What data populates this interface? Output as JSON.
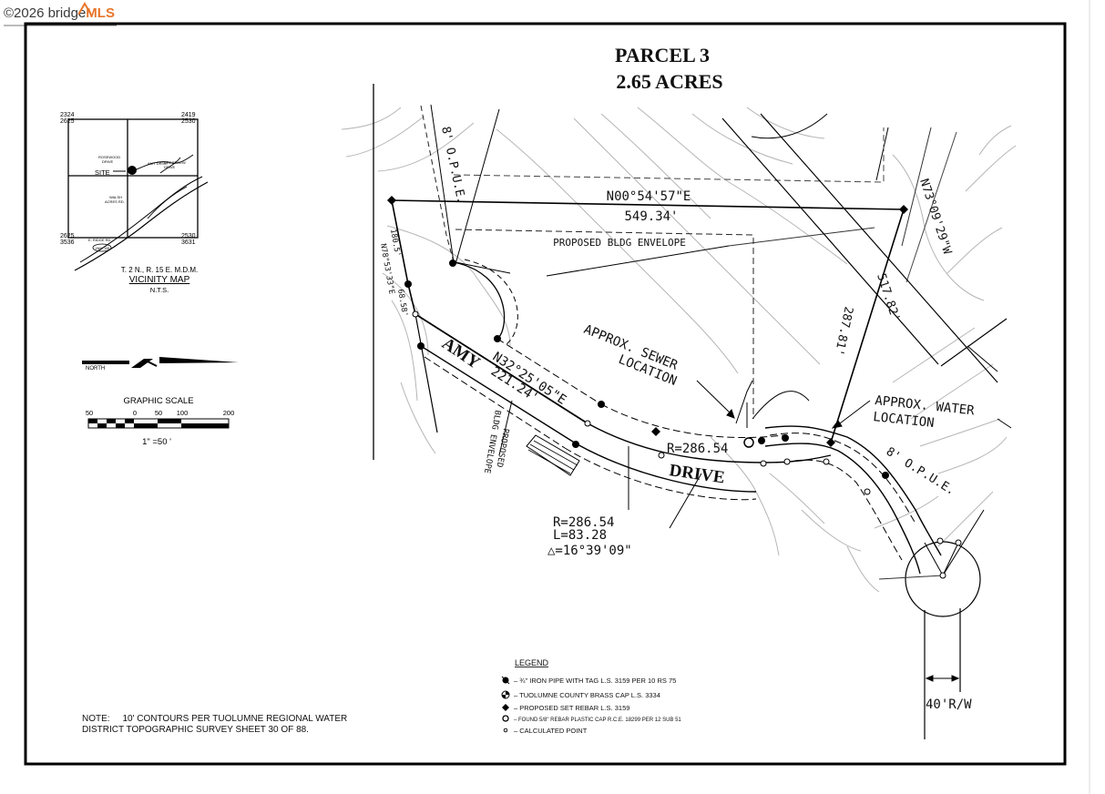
{
  "watermark": {
    "copyright": "©2026 bridge",
    "brand": "MLS"
  },
  "title": {
    "line1": "PARCEL 3",
    "line2": "2.65 ACRES"
  },
  "vicinity": {
    "title": "VICINITY MAP",
    "scale": "N.T.S.",
    "township": "T. 2 N., R. 15 E. M.D.M.",
    "site_label": "SITE",
    "corner_tl": [
      "2324",
      "2625"
    ],
    "corner_tr": [
      "2419",
      "2530"
    ],
    "corner_bl": [
      "2625",
      "3536"
    ],
    "corner_br": [
      "2530",
      "3631"
    ]
  },
  "north_label": "NORTH",
  "graphic_scale": {
    "title": "GRAPHIC SCALE",
    "ticks": [
      "50",
      "0",
      "50",
      "100",
      "200"
    ],
    "ratio": "1\" =50 '"
  },
  "labels": {
    "top_bearing": "N00°54'57\"E",
    "top_distance": "549.34'",
    "envelope": "PROPOSED BLDG ENVELOPE",
    "opue_left": "8' O.P.U.E.",
    "right_bearing": "N73°09'29\"W",
    "right_distance": "517.82'",
    "right_short": "287.81'",
    "left_bearing": "N78°53'33\"E",
    "left_dist_upper": "180.5'",
    "left_dist_lower": "68.58'",
    "road_bearing": "N32°25'05\"E",
    "road_distance": "221.24'",
    "road_name_1": "AMY",
    "road_name_2": "DRIVE",
    "sewer_1": "APPROX. SEWER",
    "sewer_2": "LOCATION",
    "water_1": "APPROX. WATER",
    "water_2": "LOCATION",
    "radius": "R=286.54",
    "opue_right": "8' O.P.U.E.",
    "curve_r": "R=286.54",
    "curve_l": "L=83.28",
    "curve_delta": "△=16°39'09\"",
    "bldg_env_1": "PROPOSED",
    "bldg_env_2": "BLDG ENVELOPE",
    "row": "40'R/W"
  },
  "legend": {
    "title": "LEGEND",
    "items": [
      "– ¾\" IRON PIPE WITH TAG L.S. 3159 PER 10 RS 75",
      "– TUOLUMNE COUNTY BRASS CAP L.S. 3334",
      "– PROPOSED SET REBAR L.S. 3159",
      "– FOUND 5/8\" REBAR  PLASTIC CAP R.C.E. 18299  PER 12 SUB 51",
      "– CALCULATED POINT"
    ]
  },
  "note": {
    "line1": "NOTE:     10' CONTOURS PER TUOLUMNE REGIONAL WATER",
    "line2": "DISTRICT TOPOGRAPHIC SURVEY SHEET 30 OF 88."
  }
}
